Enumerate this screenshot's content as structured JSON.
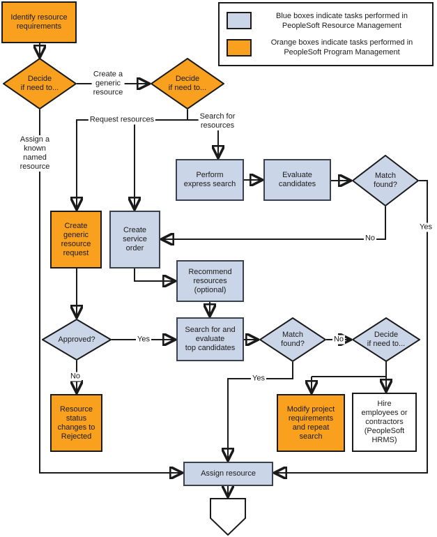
{
  "colors": {
    "orange": "#F9A11E",
    "blue": "#CBD5E8",
    "line": "#1a1a1a",
    "white": "#ffffff"
  },
  "legend": {
    "blue_item": {
      "swatch": "blue-swatch",
      "text": "Blue boxes indicate tasks performed in\nPeopleSoft Resource Management"
    },
    "orange_item": {
      "swatch": "orange-swatch",
      "text": "Orange boxes indicate tasks performed in\nPeopleSoft Program Management"
    }
  },
  "nodes": {
    "identify": {
      "label": "Identify resource\nrequirements"
    },
    "decide1": {
      "label": "Decide\nif need to..."
    },
    "decide2": {
      "label": "Decide\nif need to..."
    },
    "perform_express_search": {
      "label": "Perform\nexpress search"
    },
    "evaluate_candidates": {
      "label": "Evaluate\ncandidates"
    },
    "match_found_1": {
      "label": "Match\nfound?"
    },
    "create_generic_request": {
      "label": "Create\ngeneric\nresource\nrequest"
    },
    "create_service_order": {
      "label": "Create\nservice\norder"
    },
    "recommend_resources": {
      "label": "Recommend\nresources\n(optional)"
    },
    "approved": {
      "label": "Approved?"
    },
    "search_evaluate_top": {
      "label": "Search for and\nevaluate\ntop candidates"
    },
    "match_found_2": {
      "label": "Match\nfound?"
    },
    "decide3": {
      "label": "Decide\nif need to..."
    },
    "resource_status_rejected": {
      "label": "Resource\nstatus\nchanges to\nRejected"
    },
    "modify_project": {
      "label": "Modify project\nrequirements\nand repeat\nsearch"
    },
    "hire_employees": {
      "label": "Hire\nemployees or\ncontractors\n(PeopleSoft\nHRMS)"
    },
    "assign_resource": {
      "label": "Assign resource"
    }
  },
  "edge_labels": {
    "create_generic_resource": "Create a\ngeneric\nresource",
    "assign_known_named": "Assign a\nknown\nnamed\nresource",
    "request_resources": "Request resources",
    "search_for_resources": "Search for\nresources",
    "yes_match1": "Yes",
    "no_match1": "No",
    "yes_approved": "Yes",
    "no_approved": "No",
    "no_match2": "No",
    "yes_match2": "Yes"
  }
}
